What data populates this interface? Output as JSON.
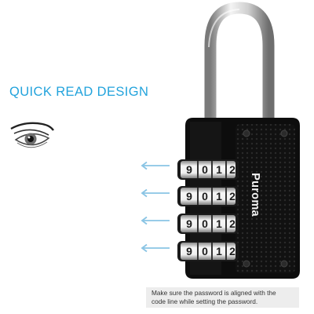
{
  "headline": "QUICK READ DESIGN",
  "brand": "Puroma",
  "note": {
    "line1": "Make sure the password is aligned with the",
    "line2": "code line while setting the password."
  },
  "dial_rows": [
    [
      "9",
      "0",
      "1",
      "2"
    ],
    [
      "9",
      "0",
      "1",
      "2"
    ],
    [
      "9",
      "0",
      "1",
      "2"
    ],
    [
      "9",
      "0",
      "1",
      "2"
    ]
  ],
  "colors": {
    "accent": "#22a3dc",
    "lock_body": "#0d0d0d",
    "shackle": "#c9c9c9",
    "note_background": "#ededed"
  },
  "icons": {
    "eye": "eye-icon",
    "arrow": "arrow-left-icon"
  }
}
